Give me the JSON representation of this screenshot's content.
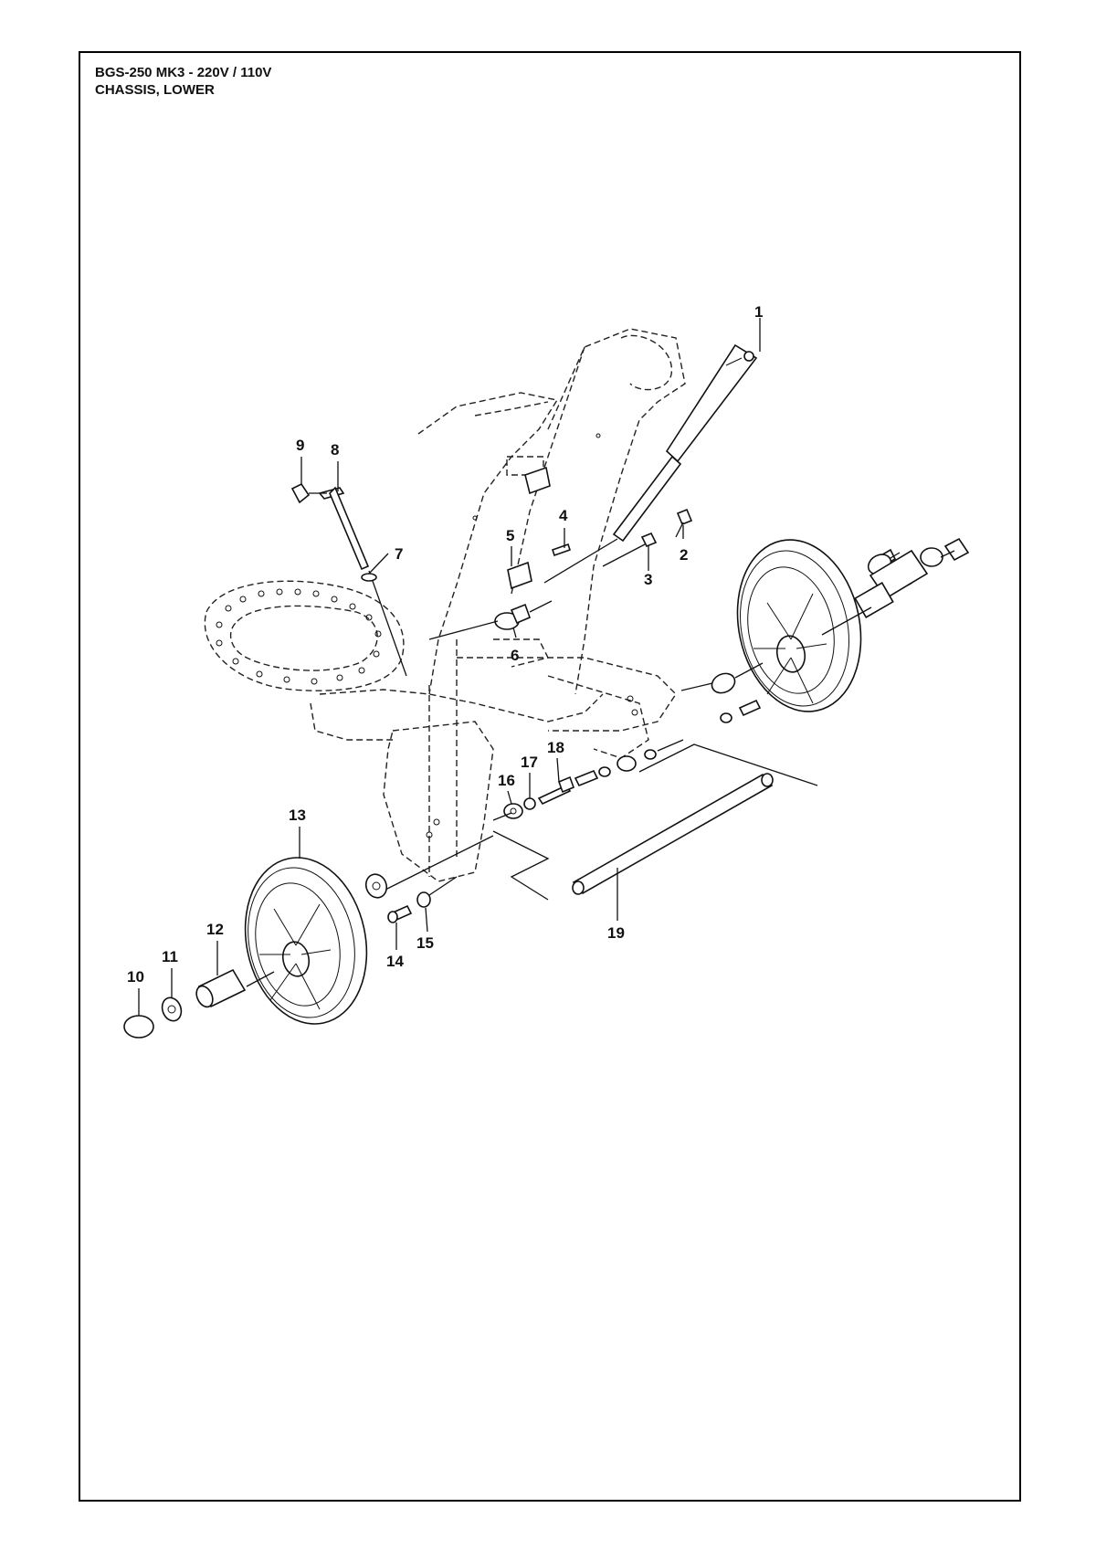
{
  "header": {
    "model": "BGS-250 MK3 - 220V / 110V",
    "section": "CHASSIS, LOWER"
  },
  "callouts": [
    "1",
    "2",
    "3",
    "4",
    "5",
    "6",
    "7",
    "8",
    "9",
    "10",
    "11",
    "12",
    "13",
    "14",
    "15",
    "16",
    "17",
    "18",
    "19"
  ]
}
